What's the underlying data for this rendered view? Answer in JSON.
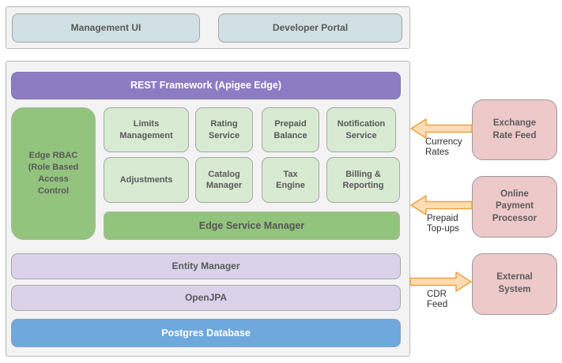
{
  "top": {
    "items": [
      {
        "label": "Management UI"
      },
      {
        "label": "Developer Portal"
      }
    ]
  },
  "main": {
    "rest_framework": "REST Framework (Apigee Edge)",
    "rbac": "Edge RBAC\n(Role Based\nAccess\nControl",
    "services": [
      "Limits\nManagement",
      "Rating\nService",
      "Prepaid\nBalance",
      "Notification\nService",
      "Adjustments",
      "Catalog\nManager",
      "Tax\nEngine",
      "Billing &\nReporting"
    ],
    "edge_service_manager": "Edge Service Manager",
    "entity_manager": "Entity Manager",
    "openjpa": "OpenJPA",
    "postgres_database": "Postgres Database"
  },
  "external_systems": [
    {
      "label": "Exchange\nRate Feed"
    },
    {
      "label": "Online\nPayment\nProcessor"
    },
    {
      "label": "External\nSystem"
    }
  ],
  "flows": [
    {
      "label": "Currency\nRates",
      "direction": "left"
    },
    {
      "label": "Prepaid\nTop-ups",
      "direction": "left"
    },
    {
      "label": "CDR\nFeed",
      "direction": "right"
    }
  ],
  "colors": {
    "purple": "#8e7cc3",
    "green": "#93c47d",
    "light_green": "#d9ead3",
    "lavender": "#d9d2e9",
    "blue": "#6fa8dc",
    "light_cyan": "#d0e0e3",
    "pink": "#edc9c9",
    "panel_gray": "#f3f3f3",
    "arrow_fill": "#fcdcb5",
    "arrow_stroke": "#eca23d"
  }
}
